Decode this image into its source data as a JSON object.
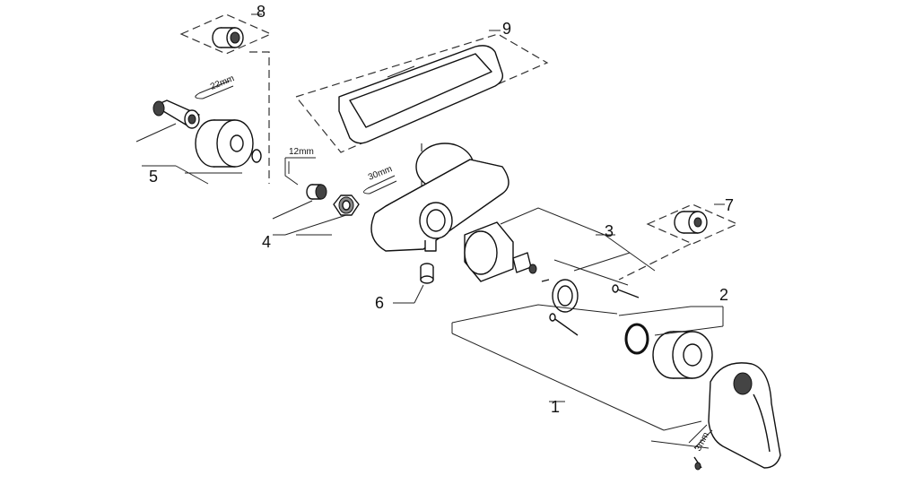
{
  "callouts": {
    "c1": "1",
    "c2": "2",
    "c3": "3",
    "c4": "4",
    "c5": "5",
    "c6": "6",
    "c7": "7",
    "c8": "8",
    "c9": "9"
  },
  "dimensions": {
    "d22": "22mm",
    "d12": "12mm",
    "d30": "30mm",
    "d3": "3mm"
  }
}
